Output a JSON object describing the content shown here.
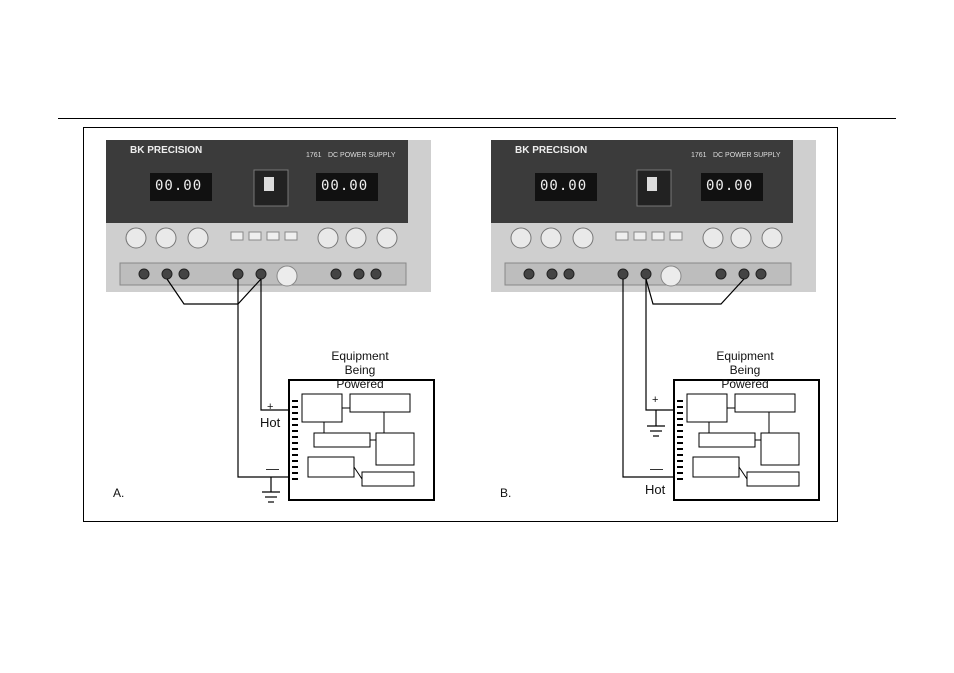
{
  "figures": [
    {
      "letter": "A.",
      "brand": "BK PRECISION",
      "model": "1761",
      "product": "DC POWER SUPPLY",
      "display_left": "00.00",
      "display_right": "00.00",
      "equipment_title_line1": "Equipment",
      "equipment_title_line2": "Being Powered",
      "plus_label": "+",
      "minus_label": "—",
      "hot_label": "Hot",
      "hot_position": "plus"
    },
    {
      "letter": "B.",
      "brand": "BK PRECISION",
      "model": "1761",
      "product": "DC POWER SUPPLY",
      "display_left": "00.00",
      "display_right": "00.00",
      "equipment_title_line1": "Equipment",
      "equipment_title_line2": "Being Powered",
      "plus_label": "+",
      "minus_label": "—",
      "hot_label": "Hot",
      "hot_position": "minus"
    }
  ],
  "colors": {
    "device_dark": "#3a3a3a",
    "device_light": "#d6d6d6",
    "display_bg": "#151515",
    "display_digits": "#e8e8e8"
  },
  "icons": [
    "power-switch-icon",
    "ground-icon",
    "circuit-board-icon",
    "binding-post-icon",
    "knob-icon"
  ]
}
